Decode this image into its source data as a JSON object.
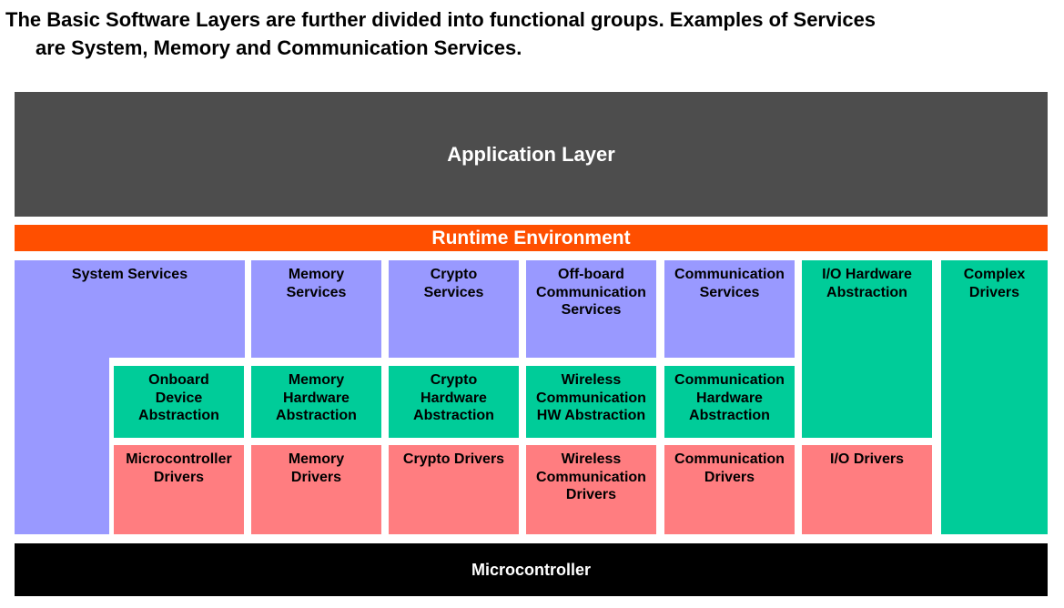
{
  "heading": {
    "line1": "The Basic Software Layers are further divided into functional groups. Examples of Services",
    "line2": "are System, Memory and Communication Services."
  },
  "colors": {
    "application": "#4d4d4d",
    "runtime": "#ff4f00",
    "services": "#9999ff",
    "abstraction": "#00cc99",
    "drivers": "#ff7d80",
    "microcontroller": "#000000"
  },
  "layers": {
    "application": "Application Layer",
    "runtime": "Runtime Environment",
    "microcontroller": "Microcontroller"
  },
  "services": {
    "system": "System Services",
    "memory": [
      "Memory",
      "Services"
    ],
    "crypto": [
      "Crypto",
      "Services"
    ],
    "offboard": [
      "Off-board",
      "Communication",
      "Services"
    ],
    "communication": [
      "Communication",
      "Services"
    ]
  },
  "abstraction": {
    "onboard": [
      "Onboard",
      "Device",
      "Abstraction"
    ],
    "memory": [
      "Memory",
      "Hardware",
      "Abstraction"
    ],
    "crypto": [
      "Crypto",
      "Hardware",
      "Abstraction"
    ],
    "wireless": [
      "Wireless",
      "Communication",
      "HW Abstraction"
    ],
    "communication": [
      "Communication",
      "Hardware",
      "Abstraction"
    ],
    "io": [
      "I/O Hardware",
      "Abstraction"
    ]
  },
  "drivers": {
    "microcontroller": [
      "Microcontroller",
      "Drivers"
    ],
    "memory": [
      "Memory",
      "Drivers"
    ],
    "crypto": "Crypto Drivers",
    "wireless": [
      "Wireless",
      "Communication",
      "Drivers"
    ],
    "communication": [
      "Communication",
      "Drivers"
    ],
    "io": "I/O Drivers"
  },
  "complex": [
    "Complex",
    "Drivers"
  ]
}
